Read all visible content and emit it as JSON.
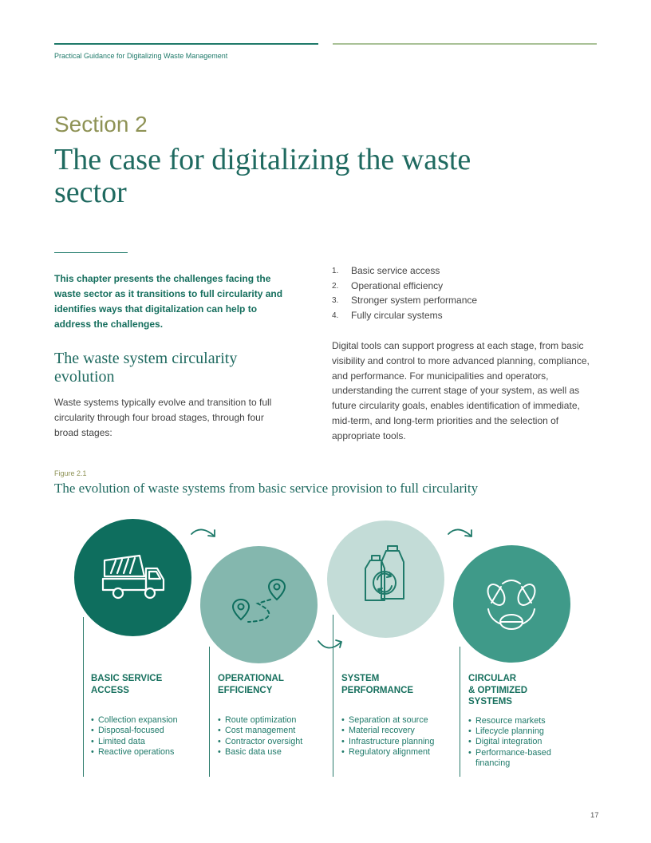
{
  "header": {
    "running_head": "Practical Guidance for Digitalizing Waste Management"
  },
  "section": {
    "label": "Section 2",
    "title": "The case for digitalizing the waste sector"
  },
  "intro": "This chapter presents the challenges facing the waste sector as it transitions to full circularity and identifies ways that digitalization can help to address the challenges.",
  "subsection": {
    "heading": "The waste system circularity evolution",
    "body": "Waste systems typically evolve and transition to full circularity through four broad stages, through four broad stages:"
  },
  "stages_list": [
    {
      "num": "1.",
      "text": "Basic service access"
    },
    {
      "num": "2.",
      "text": "Operational efficiency"
    },
    {
      "num": "3.",
      "text": "Stronger system performance"
    },
    {
      "num": "4.",
      "text": "Fully circular systems"
    }
  ],
  "right_body": "Digital tools can support progress at each stage, from basic visibility and control to more advanced planning, compliance, and performance. For municipalities and operators, understanding the current stage of your system, as well as future circularity goals, enables identification of immediate, mid-term, and long-term priorities and the selection of appropriate tools.",
  "figure": {
    "label": "Figure 2.1",
    "title": "The evolution of waste systems from basic service provision to full circularity",
    "colors": {
      "stage1": "#0e6e5e",
      "stage2": "#84b7ae",
      "stage3": "#c3dcd7",
      "stage4": "#3f9a89",
      "heading": "#17705e"
    },
    "stages": [
      {
        "icon": "garbage-truck-icon",
        "heading": "Basic service\naccess",
        "items": [
          "Collection expansion",
          "Disposal-focused",
          "Limited data",
          "Reactive operations"
        ]
      },
      {
        "icon": "route-pins-icon",
        "heading": "Operational\nefficiency",
        "items": [
          "Route optimization",
          "Cost management",
          "Contractor oversight",
          "Basic data use"
        ]
      },
      {
        "icon": "recycling-bottles-icon",
        "heading": "System\nperformance",
        "items": [
          "Separation at source",
          "Material recovery",
          "Infrastructure planning",
          "Regulatory alignment"
        ]
      },
      {
        "icon": "leaf-cycle-icon",
        "heading": "Circular\n& optimized\nsystems",
        "items": [
          "Resource markets",
          "Lifecycle planning",
          "Digital integration",
          "Performance-based financing"
        ]
      }
    ]
  },
  "page_number": "17"
}
